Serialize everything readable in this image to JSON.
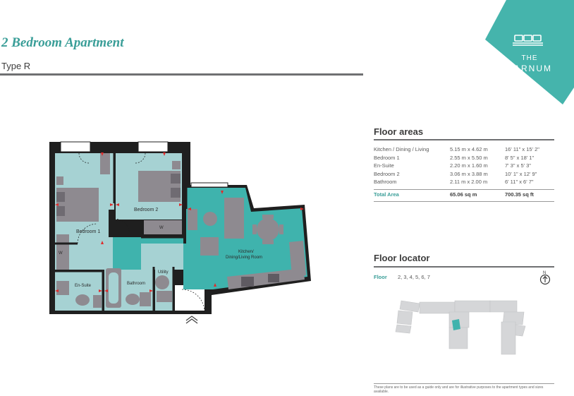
{
  "header": {
    "title": "2 Bedroom Apartment",
    "subtitle": "Type R"
  },
  "brand": {
    "the": "THE",
    "name": "BARNUM",
    "color": "#45b4ac"
  },
  "plan": {
    "rooms": {
      "bedroom1": "Bedroom 1",
      "bedroom2": "Bedroom 2",
      "ensuite": "En-Suite",
      "bathroom": "Bathroom",
      "utility": "Utility",
      "kitchen_line1": "Kitchen/",
      "kitchen_line2": "Dining/Living Room",
      "w1": "W",
      "w2": "W"
    },
    "colors": {
      "room": "#a6d2d3",
      "living": "#3fb3ad",
      "furniture": "#8e8a90",
      "wall": "#1f1f1f"
    }
  },
  "floor_areas": {
    "heading": "Floor areas",
    "rows": [
      {
        "room": "Kitchen / Dining / Living",
        "metric": "5.15 m x 4.62 m",
        "imperial": "16' 11\" x 15' 2\""
      },
      {
        "room": "Bedroom 1",
        "metric": "2.55 m x 5.50 m",
        "imperial": "8' 5\" x 18' 1\""
      },
      {
        "room": "En-Suite",
        "metric": "2.20 m x 1.60 m",
        "imperial": "7' 3\" x 5' 3\""
      },
      {
        "room": "Bedroom 2",
        "metric": "3.06 m x 3.88 m",
        "imperial": "10' 1\" x 12' 9\""
      },
      {
        "room": "Bathroom",
        "metric": "2.11 m x 2.00 m",
        "imperial": "6' 11\" x 6' 7\""
      }
    ],
    "total": {
      "label": "Total Area",
      "metric": "65.06 sq m",
      "imperial": "700.35 sq ft"
    }
  },
  "floor_locator": {
    "heading": "Floor locator",
    "floor_label": "Floor",
    "floors": "2, 3, 4, 5, 6, 7",
    "north_label": "N"
  },
  "disclaimer": "These plans are to be used as a guide only and are for illustrative purposes to the apartment types and sizes available."
}
